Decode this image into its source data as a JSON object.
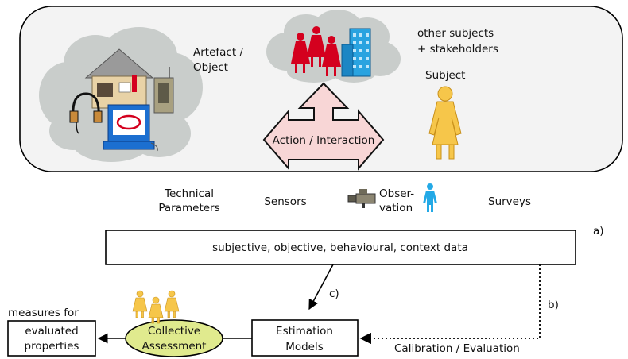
{
  "labels": {
    "artefact_line1": "Artefact /",
    "artefact_line2": "Object",
    "others_line1": "other subjects",
    "others_line2": "+ stakeholders",
    "subject": "Subject",
    "action": "Action / Interaction",
    "technical_line1": "Technical",
    "technical_line2": "Parameters",
    "sensors": "Sensors",
    "observation_line1": "Obser-",
    "observation_line2": "vation",
    "surveys": "Surveys",
    "data_box": "subjective, objective, behavioural, context data",
    "marker_a": "a)",
    "marker_b": "b)",
    "marker_c": "c)",
    "estimation_line1": "Estimation",
    "estimation_line2": "Models",
    "collective_line1": "Collective",
    "collective_line2": "Assessment",
    "measures_for": "measures for",
    "evaluated_line1": "evaluated",
    "evaluated_line2": "properties",
    "calibration": "Calibration / Evaluation"
  },
  "colors": {
    "cloud": "#c9cdcb",
    "red_figure": "#d4001e",
    "building": "#29a3e0",
    "subject_figure": "#f6c64a",
    "arrow_fill": "#f8d6d6",
    "collective_fill": "#e0ea8e",
    "observer_figure": "#23a9e6"
  }
}
